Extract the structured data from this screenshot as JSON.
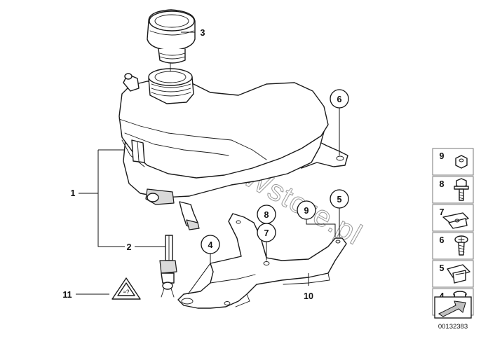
{
  "watermark": "www.BMWstore.pl",
  "diagram_number": "00132383",
  "callouts": {
    "c1": "1",
    "c2": "2",
    "c3": "3",
    "c4": "4",
    "c5": "5",
    "c6": "6",
    "c7": "7",
    "c8": "8",
    "c9": "9",
    "c10": "10",
    "c11": "11"
  },
  "side_panel": {
    "items": [
      "9",
      "8",
      "7",
      "6",
      "5",
      "4"
    ]
  },
  "icons": {
    "warning_label": "hot-coolant-warning-icon",
    "navigation": "next-diagram-arrow-icon"
  }
}
